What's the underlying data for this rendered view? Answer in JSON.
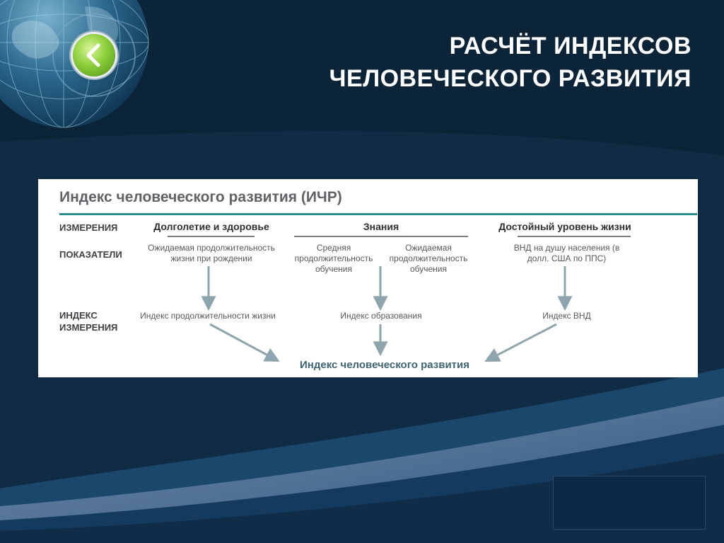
{
  "slide": {
    "title_line1": "РАСЧЁТ ИНДЕКСОВ",
    "title_line2": "ЧЕЛОВЕЧЕСКОГО РАЗВИТИЯ",
    "accent_color": "#8ccf3a",
    "background_color": "#0f2c44"
  },
  "diagram": {
    "title": "Индекс человеческого развития (ИЧР)",
    "row_labels": {
      "dimensions": "ИЗМЕРЕНИЯ",
      "indicators": "ПОКАЗАТЕЛИ",
      "index_line1": "ИНДЕКС",
      "index_line2": "ИЗМЕРЕНИЯ"
    },
    "dimensions": {
      "health": "Долголетие и здоровье",
      "knowledge": "Знания",
      "living": "Достойный уровень жизни"
    },
    "indicators": {
      "life_expectancy": "Ожидаемая продолжительность жизни при рождении",
      "mean_schooling": "Средняя продолжительность обучения",
      "expected_schooling": "Ожидаемая продолжительность обучения",
      "gni": "ВНД на душу населения (в долл. США по ППС)"
    },
    "indices": {
      "life": "Индекс продолжительности жизни",
      "education": "Индекс образования",
      "income": "Индекс ВНД"
    },
    "result": "Индекс человеческого развития",
    "rule_color": "#2a8f8a"
  }
}
